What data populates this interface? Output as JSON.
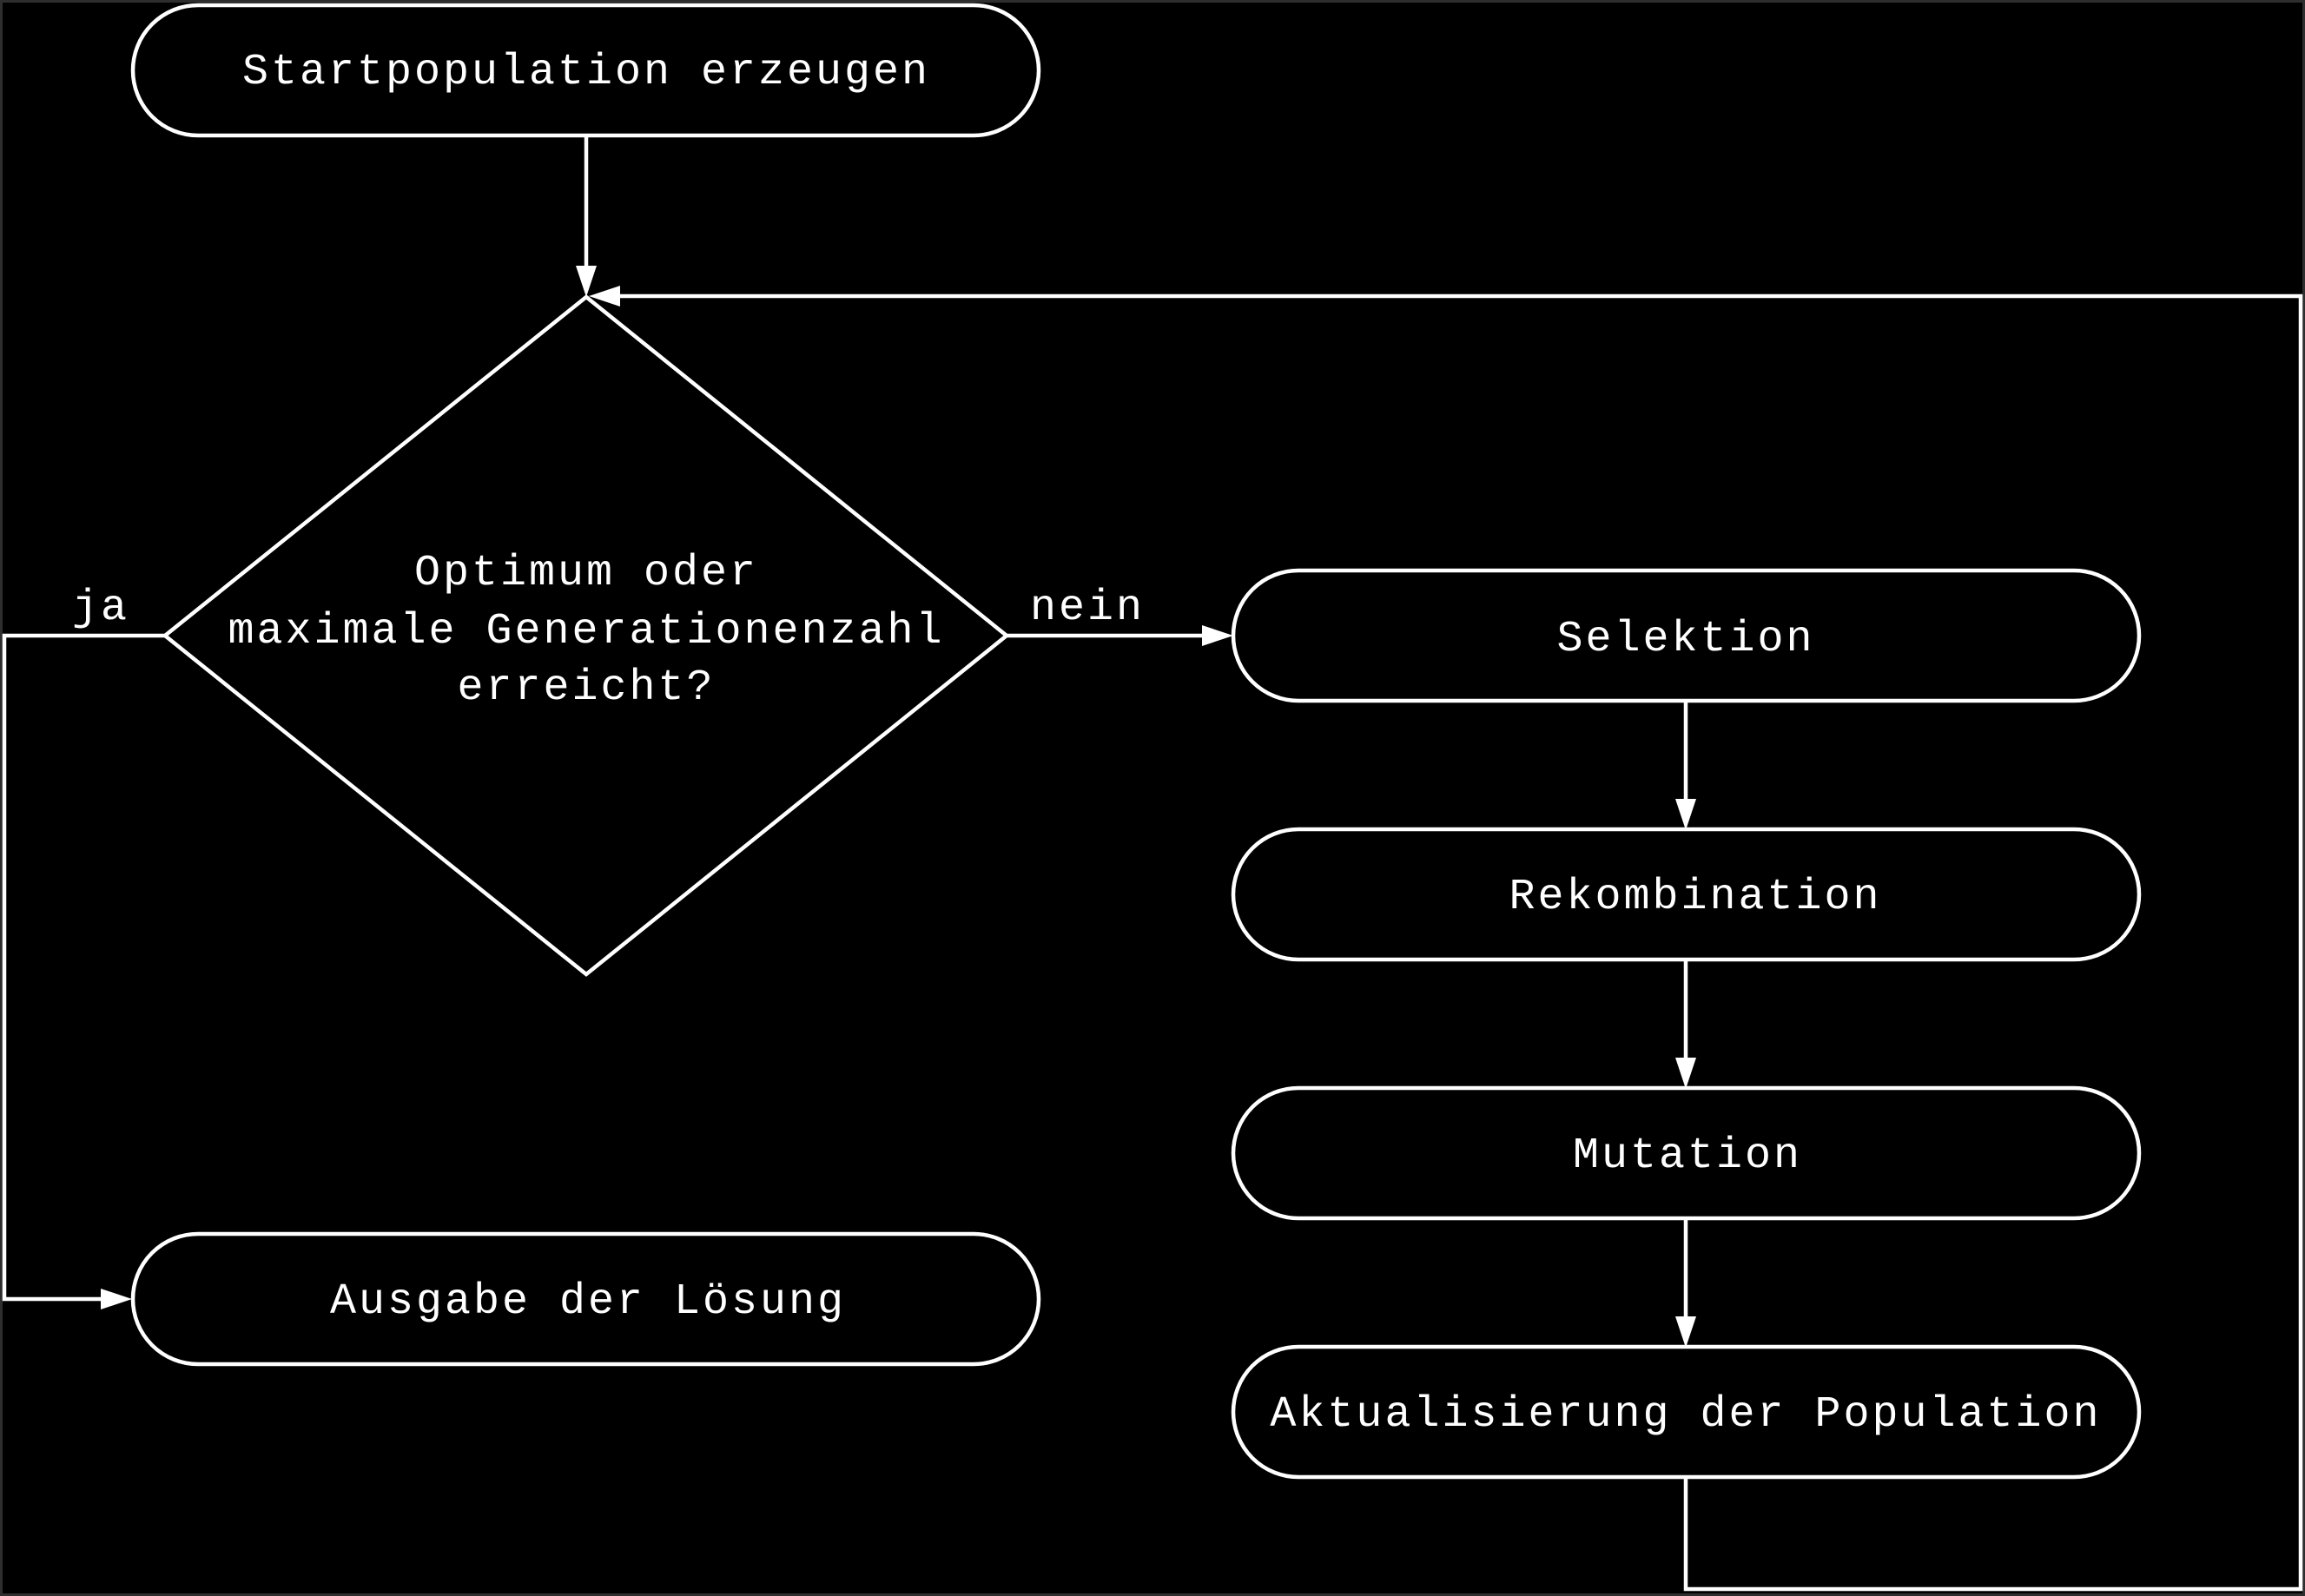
{
  "nodes": {
    "start": {
      "label": "Startpopulation erzeugen"
    },
    "decision": {
      "line1": "Optimum oder",
      "line2": "maximale Generationenzahl",
      "line3": "erreicht?"
    },
    "selection": {
      "label": "Selektion"
    },
    "recombination": {
      "label": "Rekombination"
    },
    "mutation": {
      "label": "Mutation"
    },
    "update": {
      "label": "Aktualisierung der Population"
    },
    "output": {
      "label": "Ausgabe der Lösung"
    }
  },
  "edges": {
    "yes_label": "ja",
    "no_label": "nein"
  },
  "colors": {
    "background": "#000000",
    "stroke": "#ffffff",
    "text": "#ffffff"
  }
}
